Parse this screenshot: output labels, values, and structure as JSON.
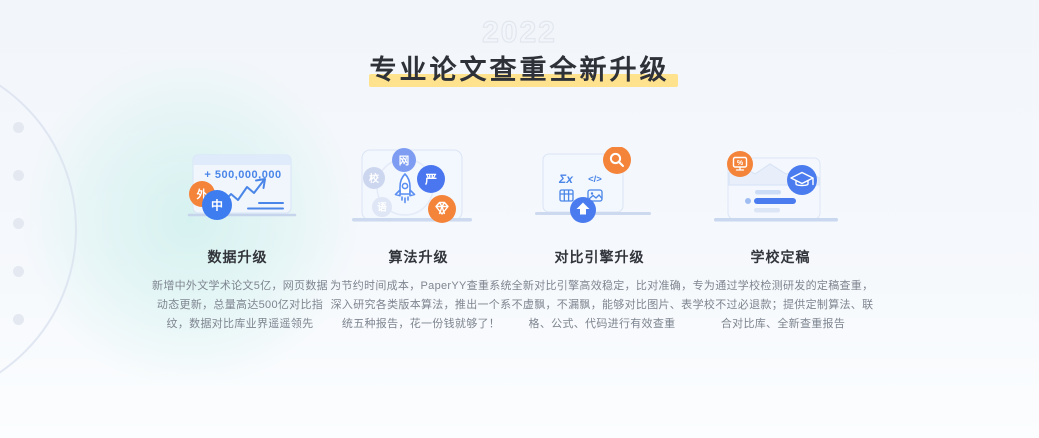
{
  "page": {
    "watermark": "2022",
    "title": "专业论文查重全新升级",
    "highlight_color": "#FFE28E",
    "background_color": "#F4F7FB",
    "accent_orange": "#F5843B",
    "accent_blue": "#4379F0"
  },
  "cards": [
    {
      "title": "数据升级",
      "description": "新增中外文学术论文5亿，网页数据动态更新，总量高达500亿对比指纹，数据对比库业界遥遥领先",
      "icon": {
        "counter": "+ 500,000,000",
        "badge_foreign": "外",
        "badge_chinese": "中"
      }
    },
    {
      "title": "算法升级",
      "description": "为节约时间成本，PaperYY查重系统深入研究各类版本算法，推出一个系统五种报告，花一份钱就够了！",
      "icon": {
        "badge_web": "网",
        "badge_school": "校",
        "badge_strict": "严",
        "badge_language": "语"
      }
    },
    {
      "title": "对比引擎升级",
      "description": "全新对比引擎高效稳定，比对准确，不虚飘，不漏飘，能够对比图片、表格、公式、代码进行有效查重",
      "icon": {
        "formula_glyph": "Σx",
        "code_glyph": "</>"
      }
    },
    {
      "title": "学校定稿",
      "description": "专为通过学校检测研发的定稿查重，学校不过必退款；提供定制算法、联合对比库、全新查重报告",
      "icon": {
        "percent_glyph": "%"
      }
    }
  ]
}
